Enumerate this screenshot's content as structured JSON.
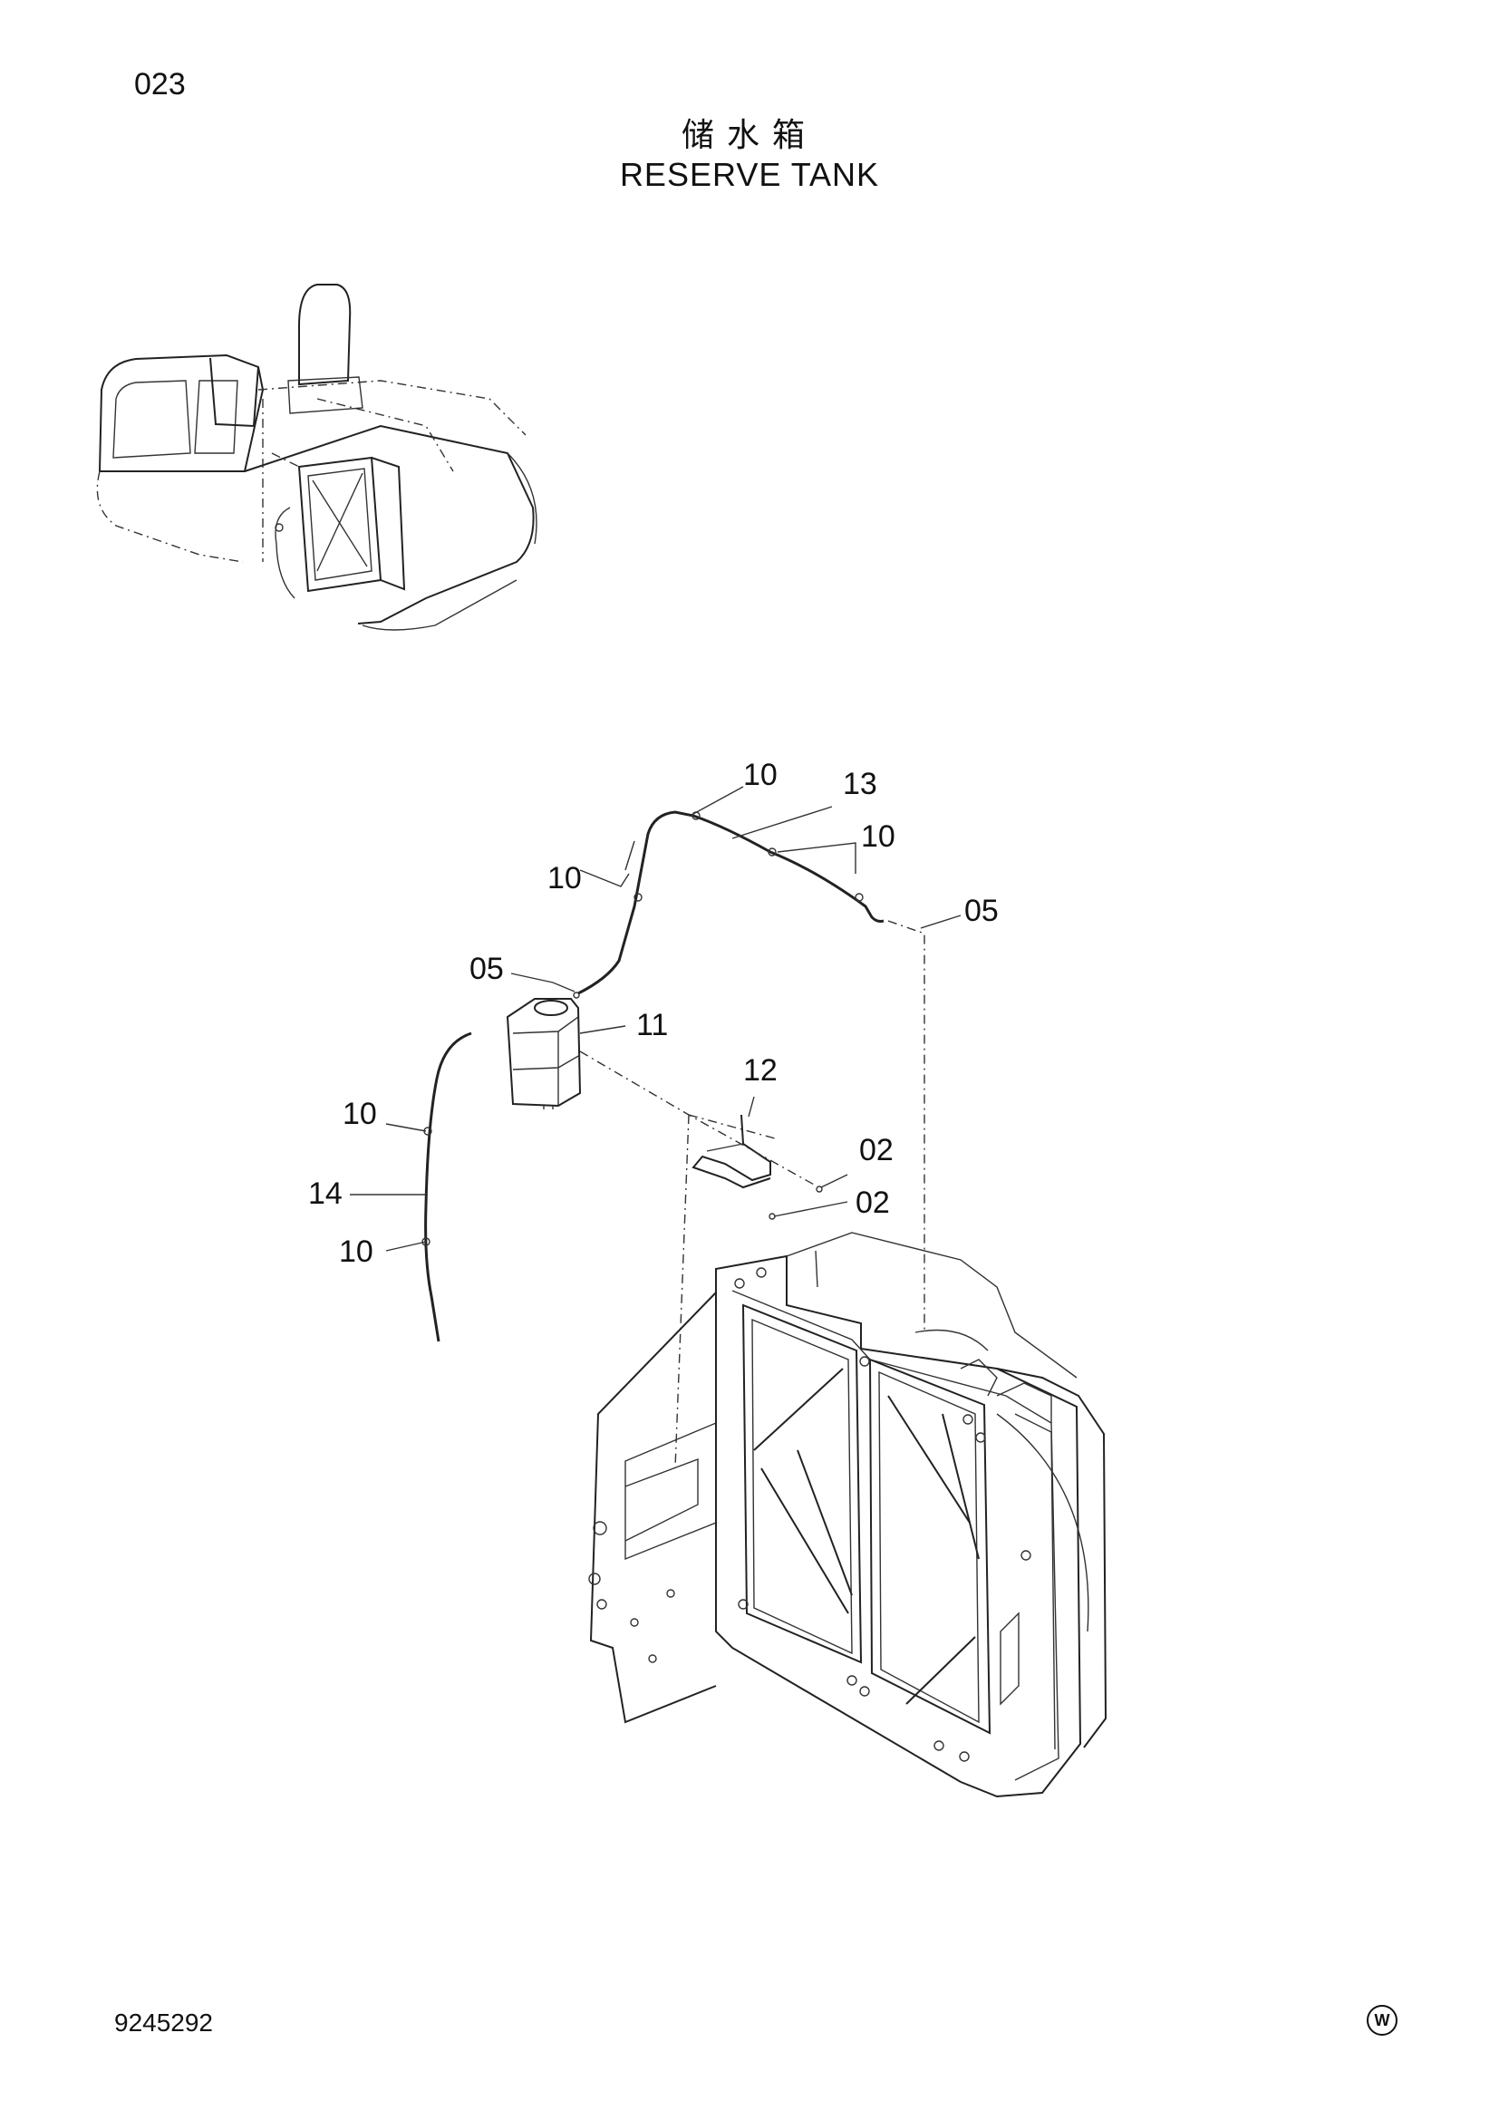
{
  "page": {
    "page_number": "023",
    "title_cn": "储水箱",
    "title_en": "RESERVE TANK",
    "document_number": "9245292",
    "corner_mark": "W"
  },
  "callouts": {
    "c10_top": "10",
    "c13": "13",
    "c10_right": "10",
    "c10_left": "10",
    "c05_right": "05",
    "c05_left": "05",
    "c11": "11",
    "c12": "12",
    "c02_a": "02",
    "c02_b": "02",
    "c10_hose_upper": "10",
    "c14": "14",
    "c10_hose_lower": "10"
  },
  "icons": {
    "overview": "excavator-overview-icon",
    "radiator": "radiator-assembly-icon",
    "tank": "reserve-tank-icon",
    "bracket": "bracket-icon"
  }
}
